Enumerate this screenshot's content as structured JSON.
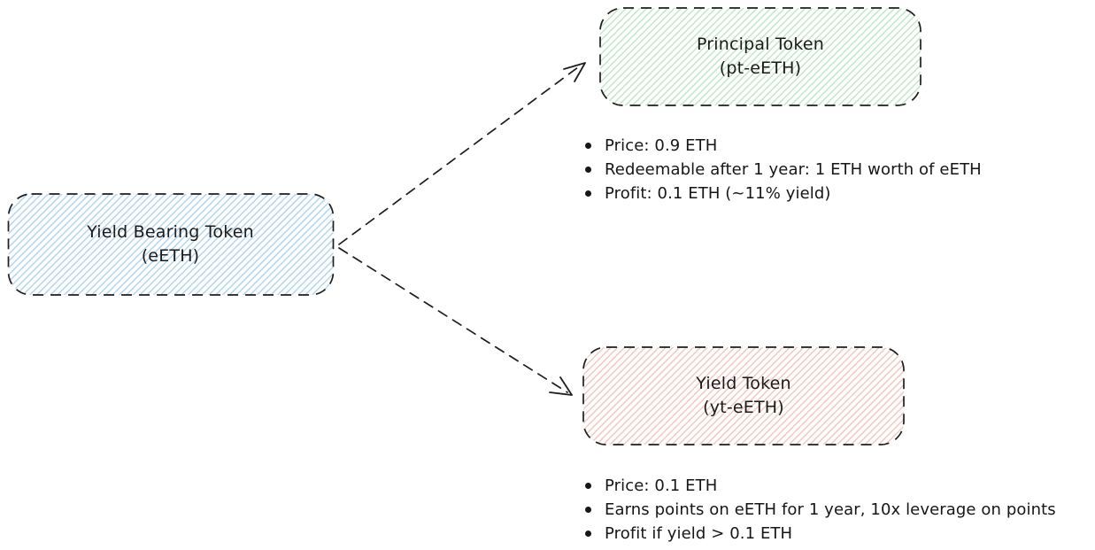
{
  "colors": {
    "stroke": "#1e1e1e",
    "source_hatch": "#aed3ee",
    "principal_hatch": "#bfe3c8",
    "yield_hatch": "#f2c4bd"
  },
  "source": {
    "title": "Yield Bearing Token",
    "subtitle": "(eETH)"
  },
  "principal": {
    "title": "Principal Token",
    "subtitle": "(pt-eETH)",
    "bullets": [
      "Price: 0.9 ETH",
      "Redeemable after 1 year: 1 ETH worth of eETH",
      "Profit: 0.1 ETH (~11% yield)"
    ]
  },
  "yield": {
    "title": "Yield Token",
    "subtitle": "(yt-eETH)",
    "bullets": [
      "Price: 0.1 ETH",
      "Earns points on eETH for 1 year, 10x leverage on points",
      "Profit if yield > 0.1 ETH"
    ]
  }
}
